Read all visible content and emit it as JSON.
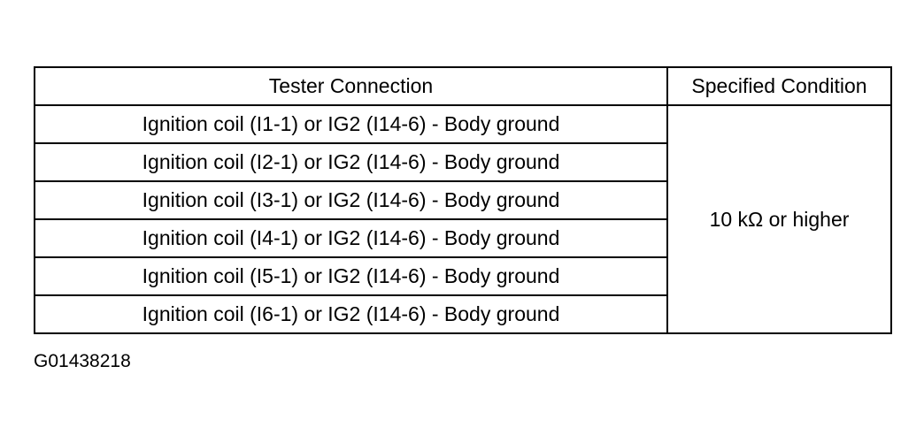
{
  "table": {
    "headers": [
      "Tester Connection",
      "Specified Condition"
    ],
    "rows": [
      "Ignition coil (I1-1) or IG2 (I14-6) - Body ground",
      "Ignition coil (I2-1) or IG2 (I14-6) - Body ground",
      "Ignition coil (I3-1) or IG2 (I14-6) - Body ground",
      "Ignition coil (I4-1) or IG2 (I14-6) - Body ground",
      "Ignition coil (I5-1) or IG2 (I14-6) - Body ground",
      "Ignition coil (I6-1) or IG2 (I14-6) - Body ground"
    ],
    "condition": "10 kΩ or higher"
  },
  "figure_id": "G01438218"
}
